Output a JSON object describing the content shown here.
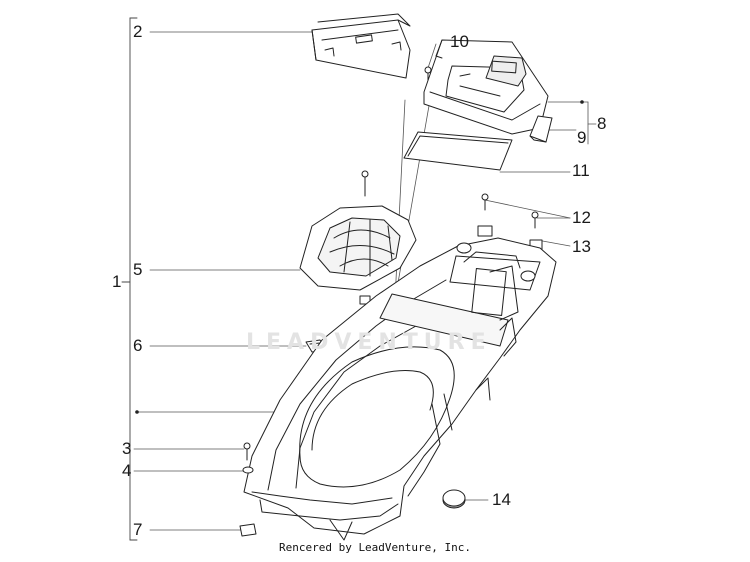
{
  "callouts": {
    "c1": "1",
    "c2": "2",
    "c3": "3",
    "c4": "4",
    "c5": "5",
    "c6": "6",
    "c7": "7",
    "c8": "8",
    "c9": "9",
    "c10": "10",
    "c11": "11",
    "c12": "12",
    "c13": "13",
    "c14": "14"
  },
  "watermark": "LEADVENTURE",
  "credit": "Rencered by LeadVenture, Inc.",
  "colors": {
    "line": "#222222",
    "shade": "#9a9a9a",
    "leader": "#444444"
  }
}
